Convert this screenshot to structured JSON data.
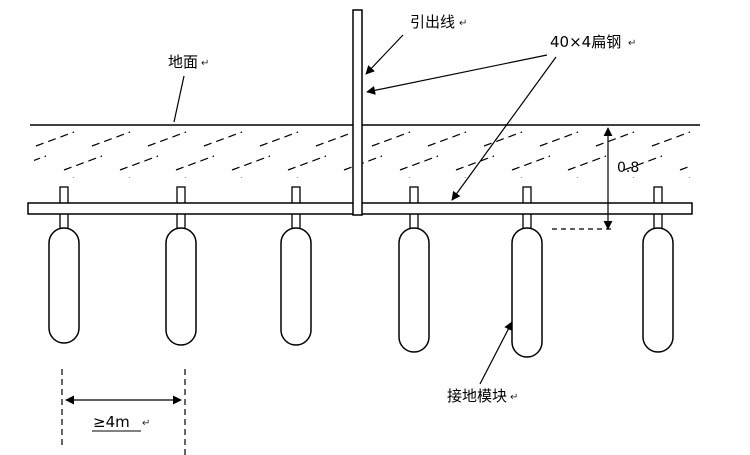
{
  "figure": {
    "type": "engineering-diagram",
    "subject": "grounding-module-burial-layout",
    "background": "#ffffff",
    "line_color": "#000000",
    "module_count": 6,
    "labels": {
      "ground_surface": "地面",
      "lead_out_wire": "引出线",
      "flat_steel": "40×4扁钢",
      "burial_depth": "0.8",
      "grounding_module": "接地模块",
      "module_spacing": "≥4m"
    },
    "paragraph_mark": "↵"
  }
}
